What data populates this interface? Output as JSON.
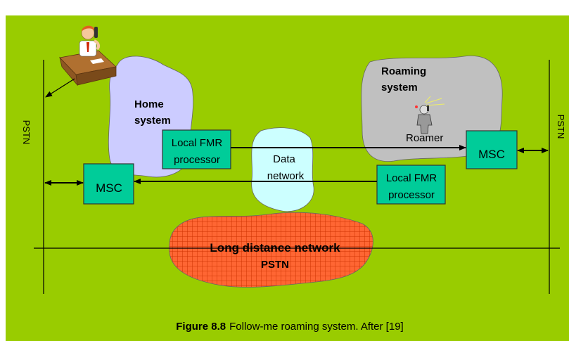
{
  "colors": {
    "background": "#99CC00",
    "home_system": "#CCCCFF",
    "roaming_system": "#C0C0C0",
    "data_network": "#CCFFFF",
    "long_distance": "#FF6633",
    "processor_box": "#00CC99"
  },
  "icons": {
    "operator": "person-at-desk-phone-icon",
    "roamer": "roamer-with-phone-icon"
  },
  "pstn_left": "PSTN",
  "pstn_right": "PSTN",
  "home_system": [
    "Home",
    "system"
  ],
  "roaming_system": [
    "Roaming",
    "system"
  ],
  "roamer": "Roamer",
  "data_network": [
    "Data",
    "network"
  ],
  "long_distance": [
    "Long distance network",
    "PSTN"
  ],
  "fmr_left": [
    "Local FMR",
    "processor"
  ],
  "fmr_right": [
    "Local FMR",
    "processor"
  ],
  "msc_left": "MSC",
  "msc_right": "MSC",
  "caption": {
    "figure_label": "Figure 8.8",
    "text": "Follow-me roaming system. After [19]"
  }
}
